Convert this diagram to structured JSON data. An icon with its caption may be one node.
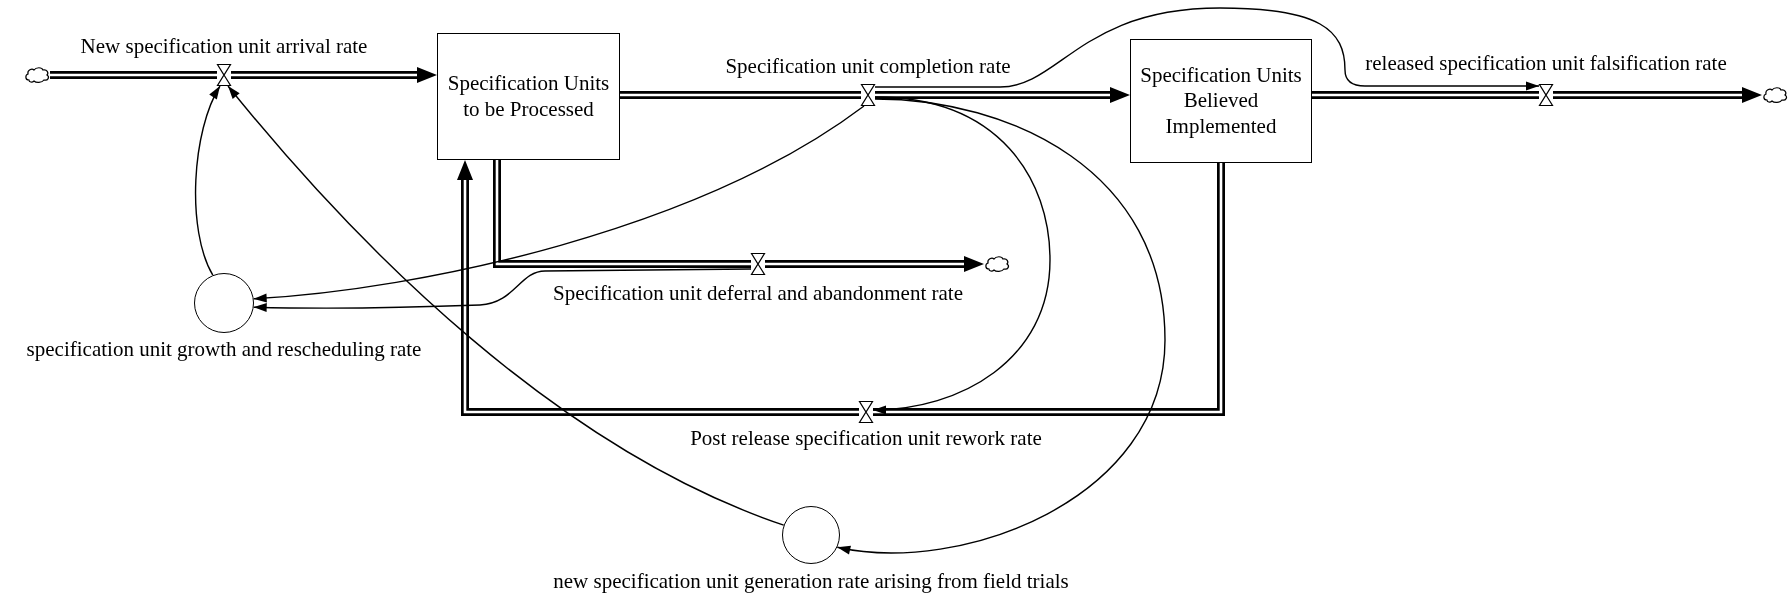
{
  "diagram": {
    "nodes": [
      {
        "text": [],
        "shape": "cloud"
      },
      {
        "text": [],
        "shape": "valve",
        "beside": [
          "New specification unit arrival rate"
        ]
      },
      {
        "text": [
          "Specification Units to be Processed"
        ]
      },
      {
        "text": [],
        "shape": "valve",
        "beside": [
          "Specification unit completion rate"
        ]
      },
      {
        "text": [
          "Specification Units Believed Implemented"
        ]
      },
      {
        "text": [],
        "shape": "valve",
        "beside": [
          "released specification unit falsification rate"
        ]
      },
      {
        "text": [],
        "shape": "cloud"
      },
      {
        "text": [],
        "shape": "valve",
        "beside": [
          "Specification unit deferral and abandonment rate"
        ]
      },
      {
        "text": [],
        "shape": "cloud"
      },
      {
        "text": [],
        "shape": "circle",
        "beside": [
          "specification unit growth and rescheduling rate"
        ]
      },
      {
        "text": [],
        "shape": "valve",
        "beside": [
          "Post release specification unit rework rate"
        ]
      },
      {
        "text": [],
        "shape": "circle",
        "beside": [
          "new specification unit generation rate arising from field trials"
        ]
      }
    ],
    "edges": [
      {
        "from": 0,
        "to": 1,
        "arrow": "none"
      },
      {
        "from": 1,
        "to": 2,
        "arrow": "to"
      },
      {
        "from": 2,
        "to": 3,
        "arrow": "none"
      },
      {
        "from": 3,
        "to": 4,
        "arrow": "to"
      },
      {
        "from": 4,
        "to": 5,
        "arrow": "none"
      },
      {
        "from": 5,
        "to": 6,
        "arrow": "to"
      },
      {
        "from": 2,
        "to": 7,
        "arrow": "none"
      },
      {
        "from": 7,
        "to": 8,
        "arrow": "to"
      },
      {
        "from": 4,
        "to": 10,
        "arrow": "none"
      },
      {
        "from": 10,
        "to": 2,
        "arrow": "to"
      },
      {
        "from": 9,
        "to": 1,
        "arrow": "to"
      },
      {
        "from": 3,
        "to": 9,
        "arrow": "to"
      },
      {
        "from": 7,
        "to": 9,
        "arrow": "to"
      },
      {
        "from": 11,
        "to": 1,
        "arrow": "to"
      },
      {
        "from": 3,
        "to": 10,
        "arrow": "to"
      },
      {
        "from": 3,
        "to": 11,
        "arrow": "to"
      },
      {
        "from": 3,
        "to": 5,
        "arrow": "to"
      }
    ]
  }
}
